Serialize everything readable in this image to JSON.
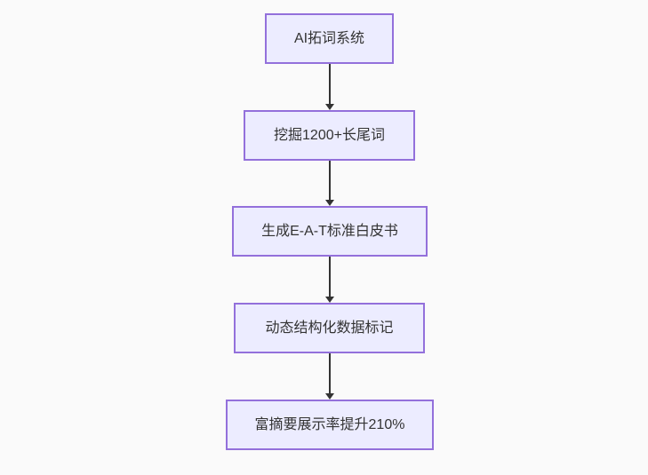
{
  "diagram": {
    "type": "flowchart",
    "direction": "top-down",
    "nodes": [
      {
        "id": "n1",
        "label": "AI拓词系统"
      },
      {
        "id": "n2",
        "label": "挖掘1200+长尾词"
      },
      {
        "id": "n3",
        "label": "生成E-A-T标准白皮书"
      },
      {
        "id": "n4",
        "label": "动态结构化数据标记"
      },
      {
        "id": "n5",
        "label": "富摘要展示率提升210%"
      }
    ],
    "edges": [
      {
        "from": "n1",
        "to": "n2"
      },
      {
        "from": "n2",
        "to": "n3"
      },
      {
        "from": "n3",
        "to": "n4"
      },
      {
        "from": "n4",
        "to": "n5"
      }
    ]
  },
  "colors": {
    "node_fill": "#ECECFF",
    "node_border": "#9370DB",
    "edge": "#333333",
    "text": "#333333",
    "background": "#FAFAFA"
  }
}
